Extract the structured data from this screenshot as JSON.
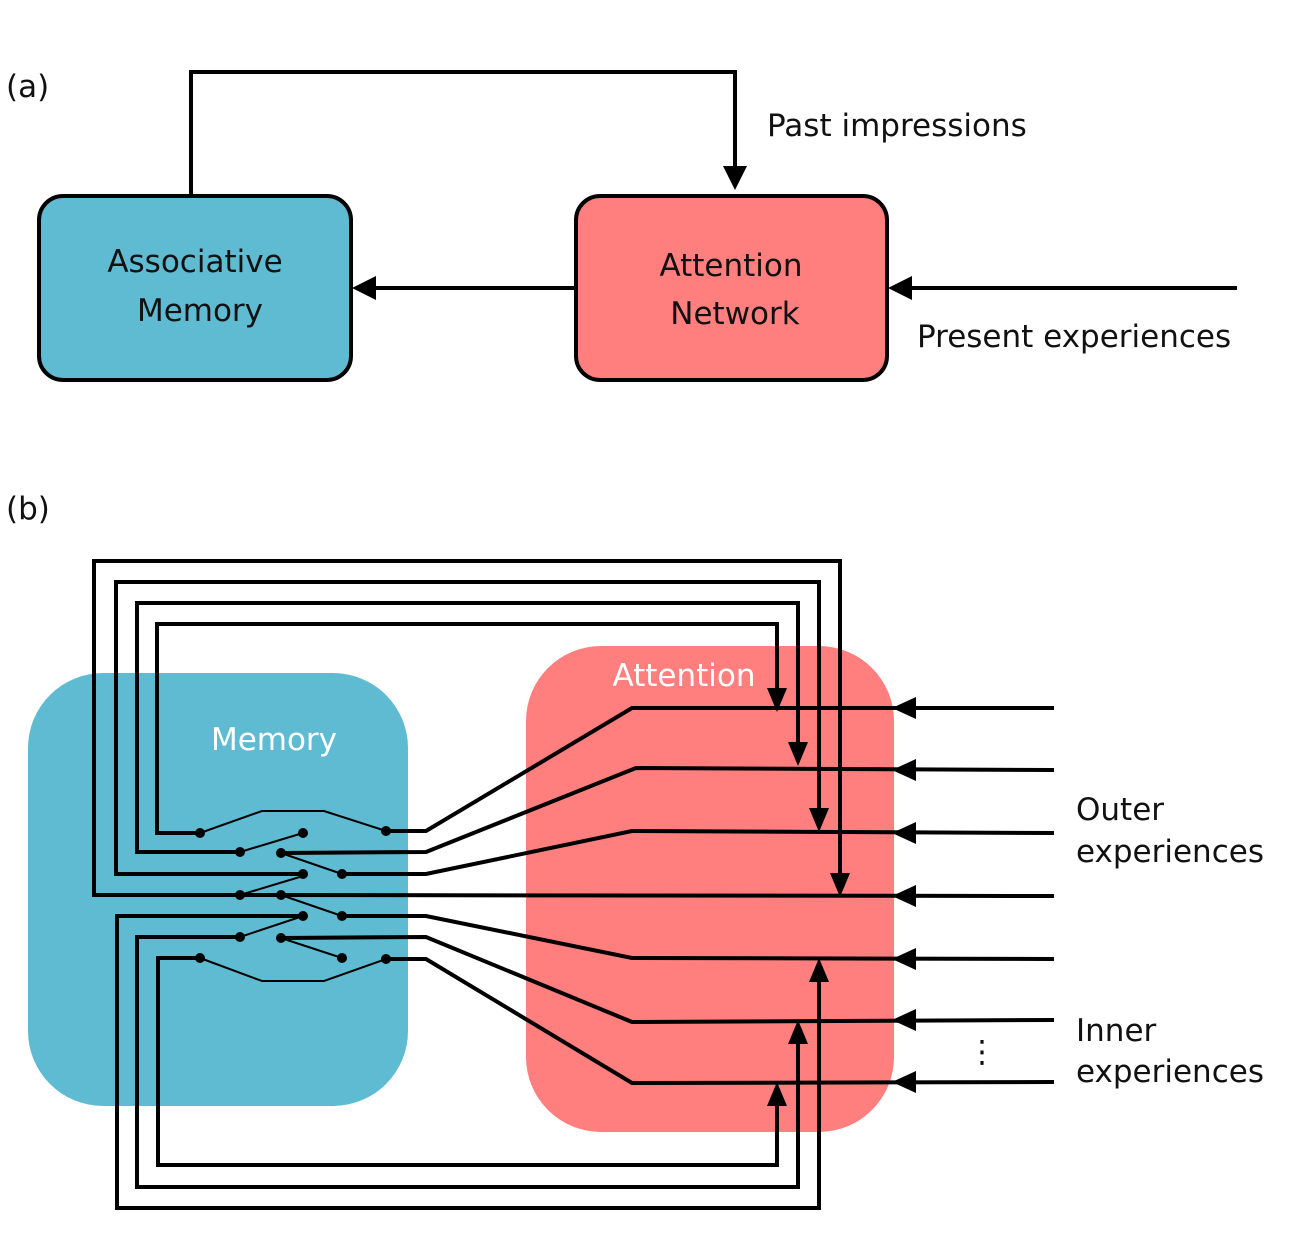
{
  "panel_a": {
    "label": "(a)",
    "memory_box": {
      "line1": "Associative",
      "line2": "Memory"
    },
    "attention_box": {
      "line1": "Attention",
      "line2": "Network"
    },
    "past_label": "Past impressions",
    "present_label": "Present experiences"
  },
  "panel_b": {
    "label": "(b)",
    "memory_region": "Memory",
    "attention_region": "Attention",
    "outer_label": {
      "line1": "Outer",
      "line2": "experiences"
    },
    "inner_label": {
      "line1": "Inner",
      "line2": "experiences"
    },
    "ellipsis": "⋮"
  },
  "colors": {
    "memory": "#5fbbd2",
    "attention": "#ff7f7f",
    "line": "#000000",
    "region_text": "#ffffff"
  }
}
